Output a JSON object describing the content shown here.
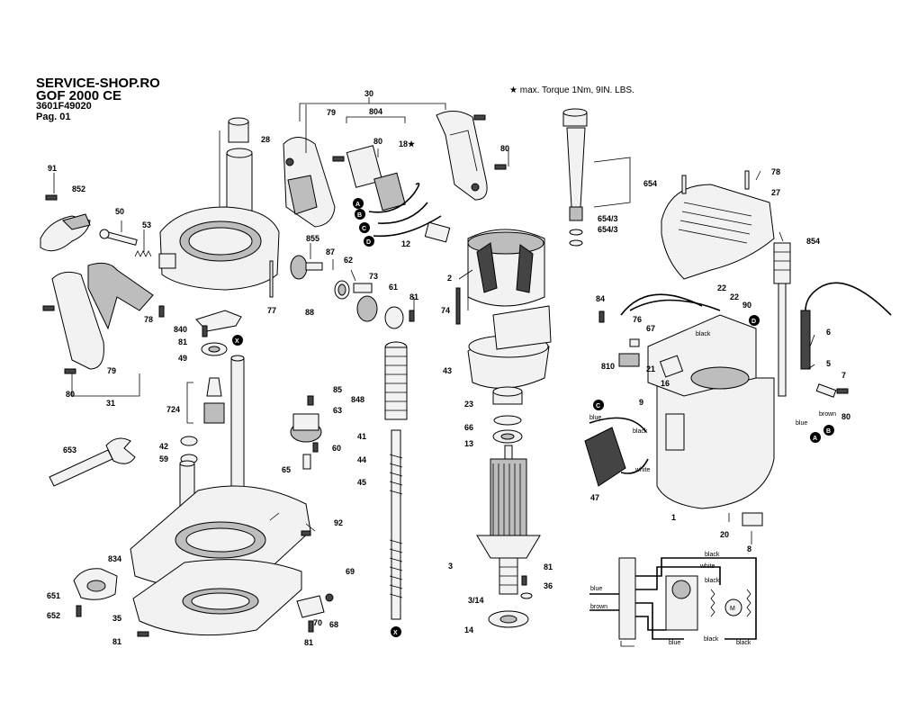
{
  "header": {
    "shop": "SERVICE-SHOP.RO",
    "model": "GOF 2000 CE",
    "part_no": "3601F49020",
    "page": "Pag. 01"
  },
  "note": {
    "star": "★",
    "text": "max. Torque 1Nm,  9IN. LBS."
  },
  "markers": [
    "A",
    "B",
    "C",
    "D",
    "X"
  ],
  "wire_colors": {
    "blue": "blue",
    "black": "black",
    "white": "white",
    "brown": "brown"
  },
  "colors": {
    "ink": "#000000",
    "shade": "#bdbdbd",
    "paper": "#ffffff"
  },
  "labels": [
    "30",
    "804",
    "79",
    "80",
    "18★",
    "80",
    "28",
    "91",
    "852",
    "50",
    "53",
    "855",
    "87",
    "62",
    "73",
    "61",
    "81",
    "12",
    "2",
    "654",
    "654/3",
    "654/3",
    "78",
    "27",
    "854",
    "78",
    "77",
    "88",
    "74",
    "84",
    "76",
    "67",
    "22",
    "22",
    "90",
    "840",
    "81",
    "49",
    "43",
    "810",
    "21",
    "16",
    "9",
    "6",
    "5",
    "7",
    "80",
    "724",
    "85",
    "63",
    "848",
    "23",
    "66",
    "13",
    "41",
    "60",
    "44",
    "65",
    "45",
    "42",
    "59",
    "653",
    "47",
    "1",
    "20",
    "8",
    "92",
    "834",
    "3",
    "81",
    "36",
    "3/14",
    "14",
    "69",
    "651",
    "652",
    "35",
    "81",
    "70",
    "68",
    "81",
    "79",
    "80",
    "31"
  ]
}
